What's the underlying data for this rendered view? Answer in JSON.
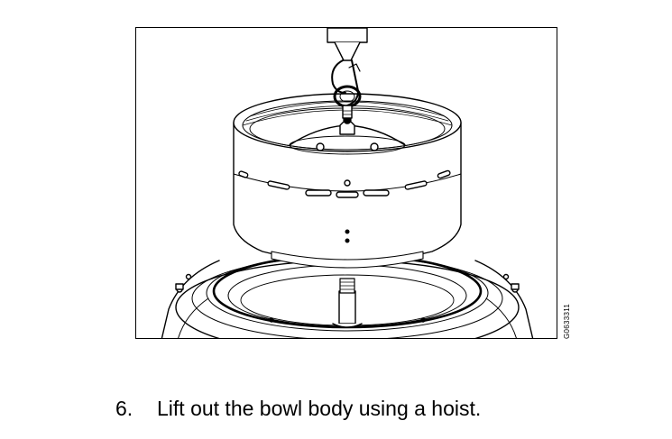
{
  "figure": {
    "code": "G0633311",
    "icon": "bowl-hoist-illustration"
  },
  "step": {
    "number": "6.",
    "text": "Lift out the bowl body using a hoist."
  }
}
